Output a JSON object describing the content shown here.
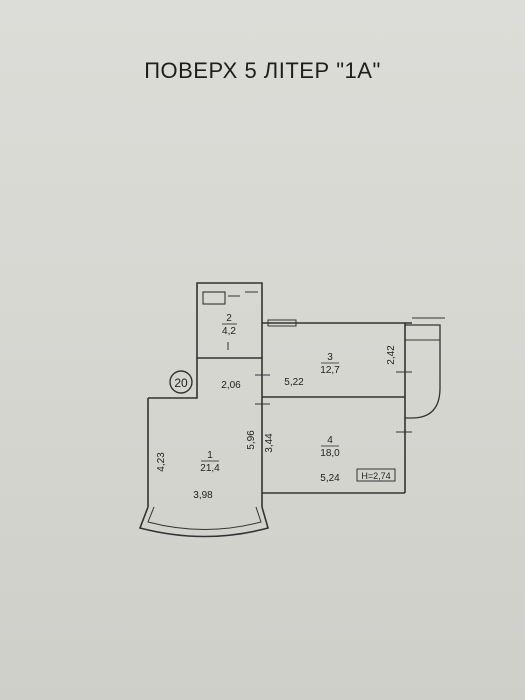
{
  "title": "ПОВЕРХ 5 ЛІТЕР \"1А\"",
  "unit_number": "20",
  "rooms": [
    {
      "number": "1",
      "area": "21,4"
    },
    {
      "number": "2",
      "area": "4,2"
    },
    {
      "number": "3",
      "area": "12,7"
    },
    {
      "number": "4",
      "area": "18,0"
    }
  ],
  "dimensions": {
    "d_2_06": "2,06",
    "d_5_22": "5,22",
    "d_2_42": "2,42",
    "d_5_96": "5,96",
    "d_3_44": "3,44",
    "d_4_23": "4,23",
    "d_3_98": "3,98",
    "d_5_24": "5,24"
  },
  "ceiling_height": "Н=2,74"
}
